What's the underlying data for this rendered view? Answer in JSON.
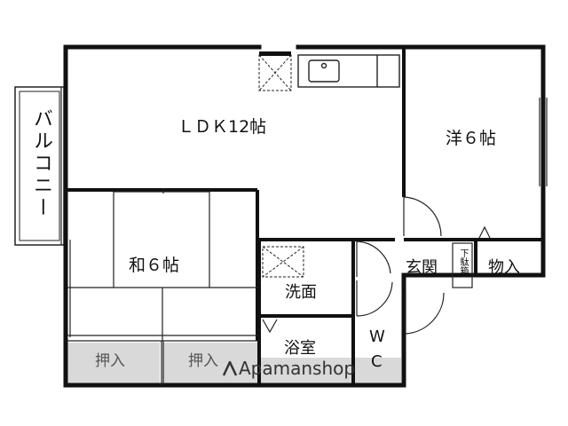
{
  "rooms": {
    "ldk": "ＬＤＫ12帖",
    "western": "洋６帖",
    "japanese": "和６帖",
    "balcony": "バルコニー",
    "washroom": "洗面",
    "entrance": "玄関",
    "shoe_box": "下駄箱",
    "storage": "物入",
    "bath": "浴室",
    "wc_w": "W",
    "wc_c": "C",
    "closet_left": "押入",
    "closet_right": "押入"
  },
  "watermark": {
    "text": "Apamanshop",
    "logo_icon": "apamanshop-house-logo"
  },
  "colors": {
    "wall": "#111111",
    "thin_line": "#222222",
    "closet_fill": "#d9d9d9",
    "watermark": "#333333"
  }
}
